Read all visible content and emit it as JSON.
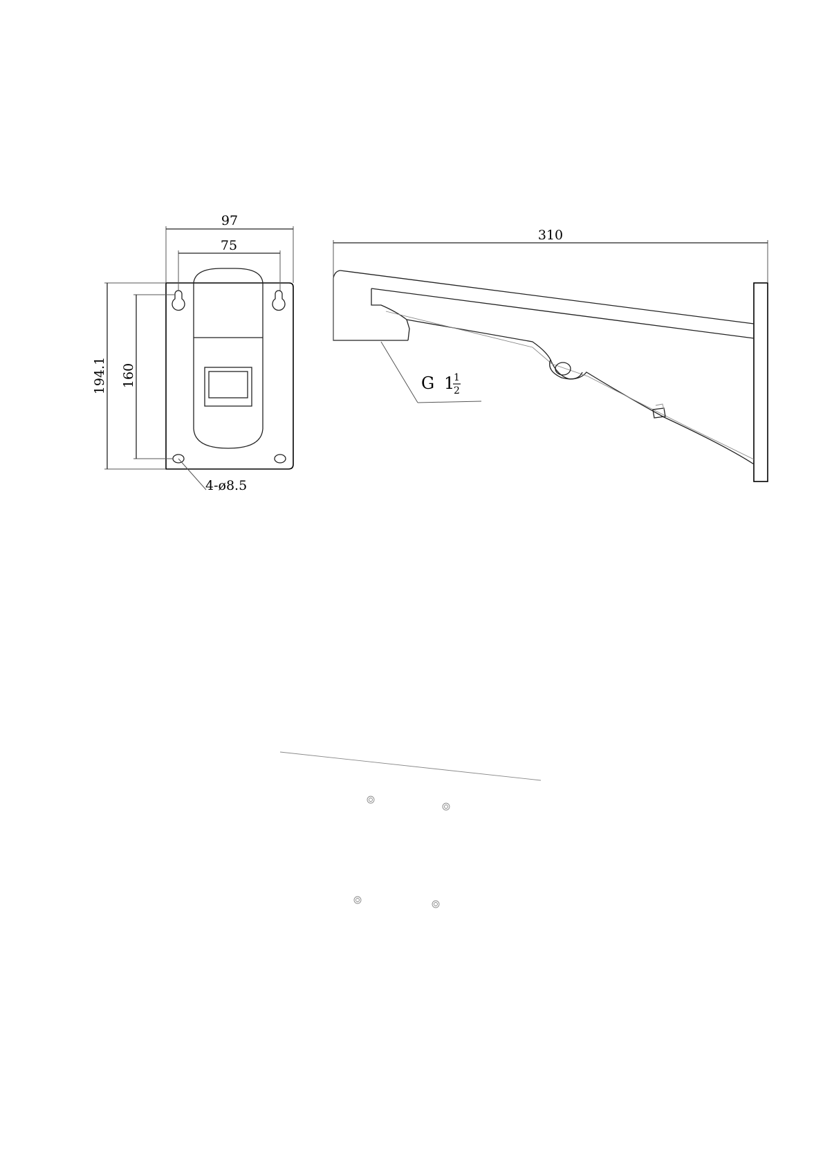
{
  "front_view": {
    "width_overall": "97",
    "hole_spacing_horizontal": "75",
    "height_overall": "194.1",
    "hole_spacing_vertical": "160",
    "holes_callout": "4-ø8.5"
  },
  "side_view": {
    "length_overall": "310",
    "thread_callout_letter": "G",
    "thread_callout_whole": "1",
    "thread_callout_numerator": "1",
    "thread_callout_denominator": "2"
  }
}
